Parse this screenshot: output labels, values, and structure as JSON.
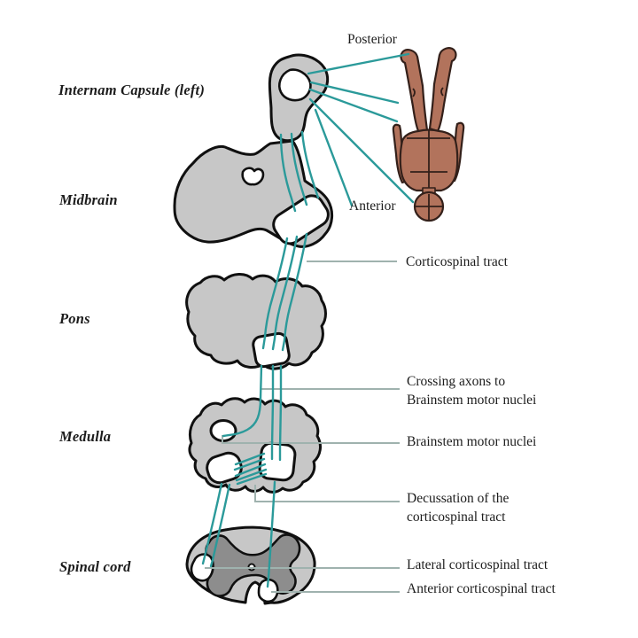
{
  "figure": {
    "left_labels": [
      {
        "text": "Internam Capsule (left)"
      },
      {
        "text": "Midbrain"
      },
      {
        "text": "Pons"
      },
      {
        "text": "Medulla"
      },
      {
        "text": "Spinal cord"
      }
    ],
    "right_labels": {
      "posterior": "Posterior",
      "anterior": "Anterior",
      "corticospinal_tract": "Corticospinal tract",
      "crossing_axons": "Crossing axons to\nBrainstem motor nuclei",
      "brainstem_motor_nuclei": "Brainstem motor nuclei",
      "decussation": "Decussation of the\ncorticospinal tract",
      "lateral_tract": "Lateral corticospinal tract",
      "anterior_tract": "Anterior corticospinal tract"
    },
    "colors": {
      "background": "#ffffff",
      "structure_fill": "#c7c7c7",
      "gray_matter_fill": "#8d8d8d",
      "structure_outline": "#101010",
      "tract_line": "#2b9a9a",
      "leader_line": "#9fb2ae",
      "body_fill": "#b2735c",
      "body_outline": "#33201a",
      "text": "#1c1c1c"
    }
  }
}
